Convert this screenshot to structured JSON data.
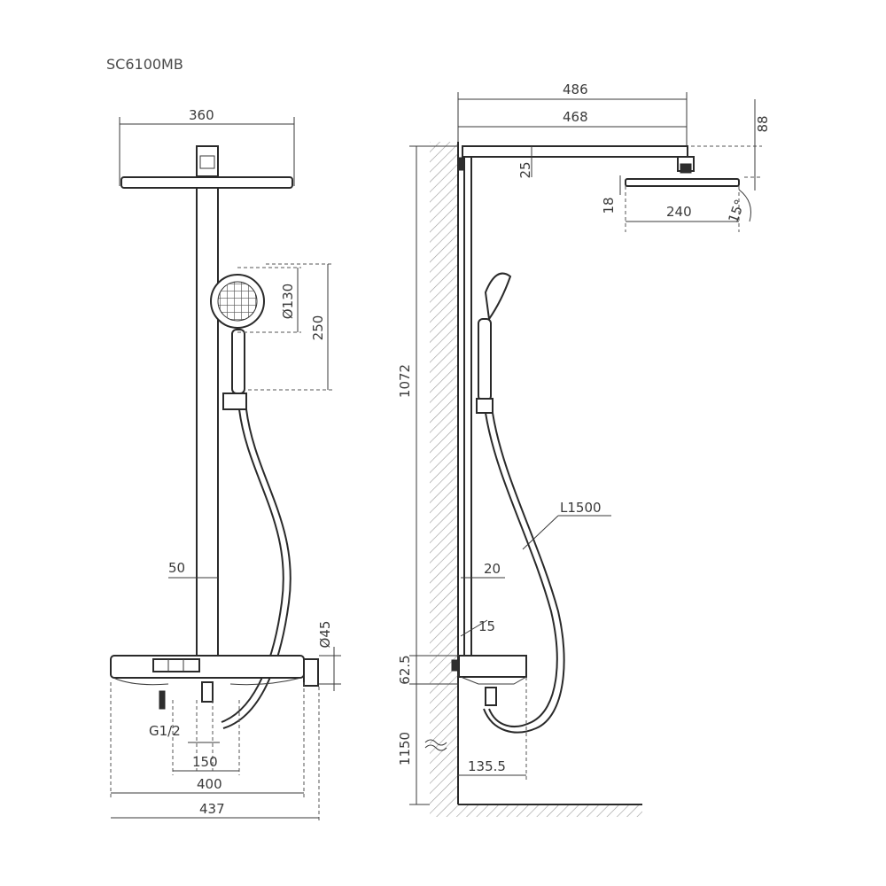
{
  "model": "SC6100MB",
  "front_view": {
    "width_head": "360",
    "hand_shower_diameter": "Ø130",
    "hand_shower_height": "250",
    "pipe_width": "50",
    "shelf_height": "Ø45",
    "connection": "G1/2",
    "inlet_spacing": "150",
    "shelf_width": "400",
    "total_width": "437"
  },
  "side_view": {
    "arm_length_outer": "486",
    "arm_length_inner": "468",
    "head_offset": "88",
    "arm_height": "25",
    "head_thickness": "18",
    "head_width": "240",
    "head_angle": "15°",
    "column_height": "1072",
    "hose_length": "L1500",
    "pipe_depth": "20",
    "bracket_depth": "15",
    "shelf_thickness": "62.5",
    "floor_height": "1150",
    "wall_offset": "135.5"
  }
}
